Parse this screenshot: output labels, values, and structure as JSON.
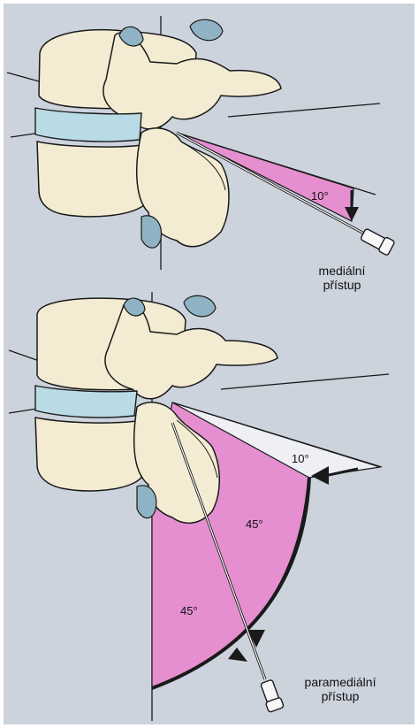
{
  "top": {
    "angle_label": "10°",
    "approach_line1": "mediální",
    "approach_line2": "přístup"
  },
  "bottom": {
    "angle_small_label": "10°",
    "angle_upper_label": "45°",
    "angle_lower_label": "45°",
    "approach_line1": "paramediální",
    "approach_line2": "přístup"
  },
  "colors": {
    "background": "#cdd3dd",
    "bone": "#f3ecd2",
    "disc": "#b9dbe6",
    "cartilage": "#8fb3c4",
    "sector": "#e58fd0",
    "sector_light": "#eef0f6",
    "outline": "#1a1a1a"
  }
}
